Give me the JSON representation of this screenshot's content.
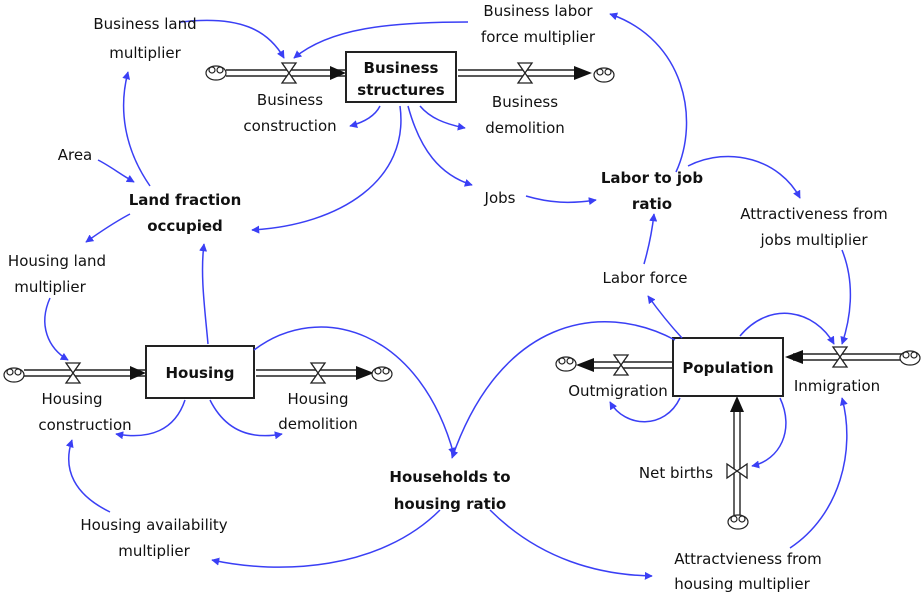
{
  "stocks": {
    "business_structures": [
      "Business",
      "structures"
    ],
    "housing": [
      "Housing"
    ],
    "population": [
      "Population"
    ]
  },
  "flows": {
    "business_construction": [
      "Business",
      "construction"
    ],
    "business_demolition": [
      "Business",
      "demolition"
    ],
    "housing_construction": [
      "Housing",
      "construction"
    ],
    "housing_demolition": [
      "Housing",
      "demolition"
    ],
    "outmigration": [
      "Outmigration"
    ],
    "inmigration": [
      "Inmigration"
    ],
    "net_births": [
      "Net births"
    ]
  },
  "auxiliaries": {
    "business_land_multiplier": [
      "Business land",
      "multiplier"
    ],
    "business_labor_force_multiplier": [
      "Business labor",
      "force multiplier"
    ],
    "area": [
      "Area"
    ],
    "land_fraction_occupied": [
      "Land fraction",
      "occupied"
    ],
    "jobs": [
      "Jobs"
    ],
    "labor_to_job_ratio": [
      "Labor to job",
      "ratio"
    ],
    "attractiveness_from_jobs_multiplier": [
      "Attractiveness from",
      "jobs multiplier"
    ],
    "housing_land_multiplier": [
      "Housing land",
      "multiplier"
    ],
    "labor_force": [
      "Labor force"
    ],
    "households_to_housing_ratio": [
      "Households to",
      "housing ratio"
    ],
    "housing_availability_multiplier": [
      "Housing availability",
      "multiplier"
    ],
    "attractiveness_from_housing_multiplier": [
      "Attractvieness from",
      "housing multiplier"
    ]
  },
  "colors": {
    "link": "#3a3ff5",
    "stock_border": "#222222",
    "text": "#111111"
  }
}
